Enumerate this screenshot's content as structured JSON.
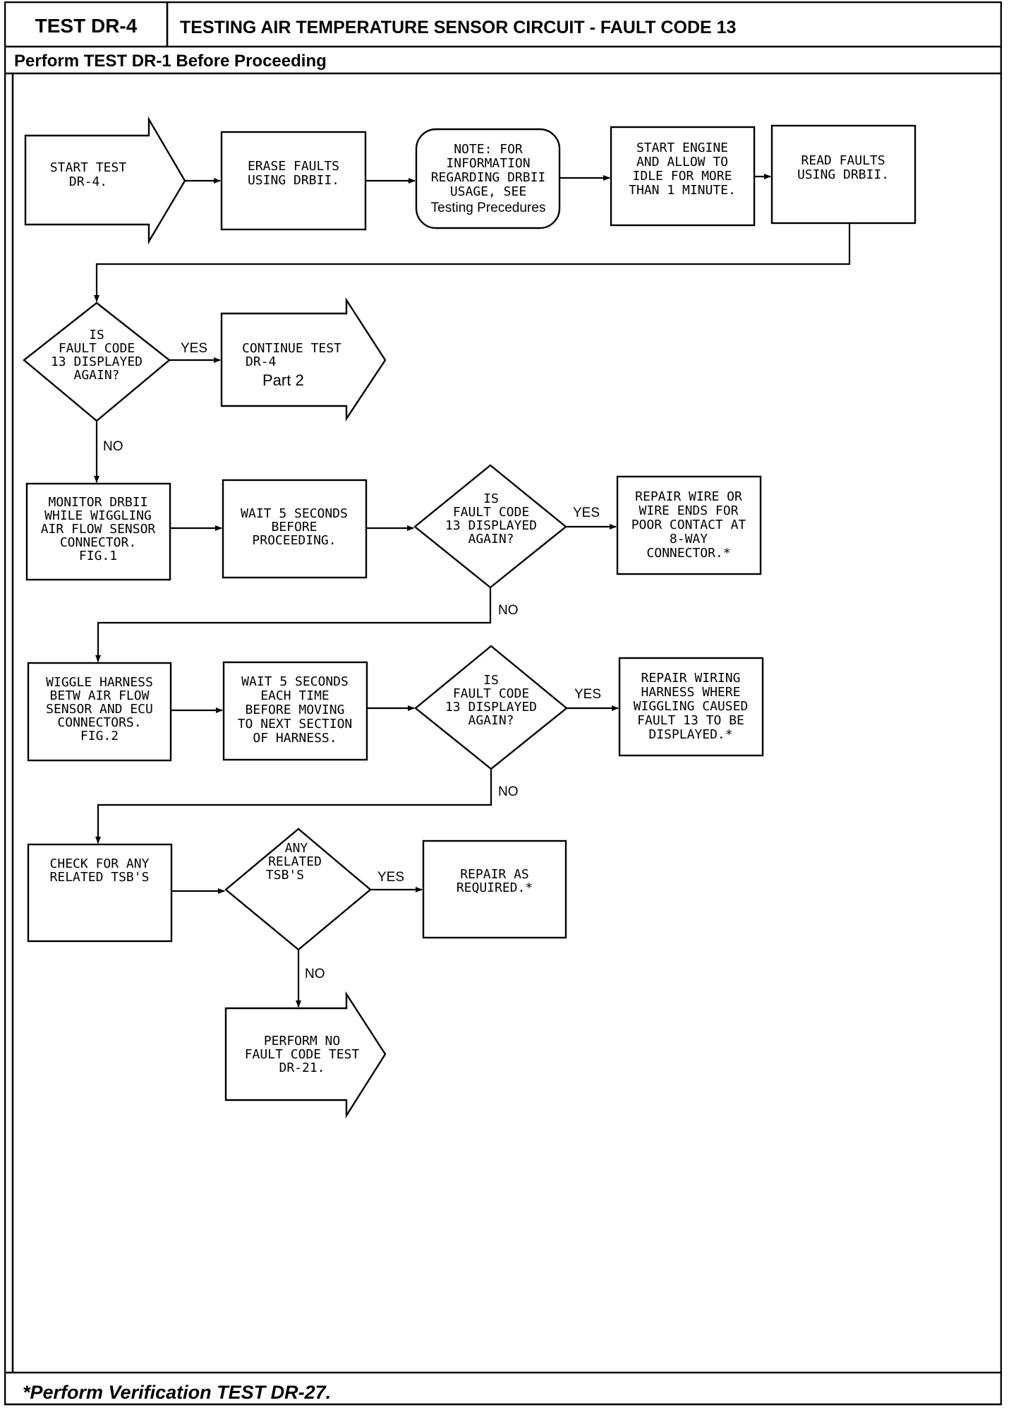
{
  "header": {
    "test_id": "TEST DR-4",
    "title": "TESTING AIR TEMPERATURE SENSOR CIRCUIT - FAULT CODE 13",
    "prerequisite": "Perform TEST DR-1 Before Proceeding"
  },
  "flowchart": {
    "start": [
      "START TEST",
      "DR-4."
    ],
    "erase": [
      "ERASE FAULTS",
      "USING DRBII."
    ],
    "note": [
      "NOTE:  FOR",
      "INFORMATION",
      "REGARDING DRBII",
      "USAGE, SEE",
      "Testing Precedures"
    ],
    "start_engine": [
      "START ENGINE",
      "AND ALLOW TO",
      "IDLE FOR MORE",
      "THAN 1 MINUTE."
    ],
    "read_faults": [
      "READ FAULTS",
      "USING DRBII."
    ],
    "decision1": [
      "IS",
      "FAULT CODE",
      "13 DISPLAYED",
      "AGAIN?"
    ],
    "continue": [
      "CONTINUE TEST",
      "DR-4",
      "Part  2"
    ],
    "monitor": [
      "MONITOR DRBII",
      "WHILE WIGGLING",
      "AIR FLOW SENSOR",
      "CONNECTOR.",
      "FIG.1"
    ],
    "wait1": [
      "WAIT 5 SECONDS",
      "BEFORE",
      "PROCEEDING."
    ],
    "decision2": [
      "IS",
      "FAULT CODE",
      "13 DISPLAYED",
      "AGAIN?"
    ],
    "repair_wire": [
      "REPAIR WIRE OR",
      "WIRE ENDS FOR",
      "POOR CONTACT AT",
      "8-WAY",
      "CONNECTOR.*"
    ],
    "wiggle": [
      "WIGGLE HARNESS",
      "BETW AIR FLOW",
      "SENSOR AND ECU",
      "CONNECTORS.",
      "FIG.2"
    ],
    "wait2": [
      "WAIT 5 SECONDS",
      "EACH TIME",
      "BEFORE MOVING",
      "TO NEXT SECTION",
      "OF HARNESS."
    ],
    "decision3": [
      "IS",
      "FAULT CODE",
      "13 DISPLAYED",
      "AGAIN?"
    ],
    "repair_harness": [
      "REPAIR WIRING",
      "HARNESS WHERE",
      "WIGGLING CAUSED",
      "FAULT 13 TO BE",
      "DISPLAYED.*"
    ],
    "check_tsb": [
      "CHECK FOR ANY",
      "RELATED TSB'S"
    ],
    "decision4": [
      "ANY",
      "RELATED",
      "TSB'S"
    ],
    "repair_required": [
      "REPAIR AS",
      "REQUIRED.*"
    ],
    "perform_no_fault": [
      "PERFORM NO",
      "FAULT CODE TEST",
      "DR-21."
    ],
    "labels": {
      "yes": "YES",
      "no": "NO"
    }
  },
  "footer": "*Perform Verification TEST DR-27."
}
